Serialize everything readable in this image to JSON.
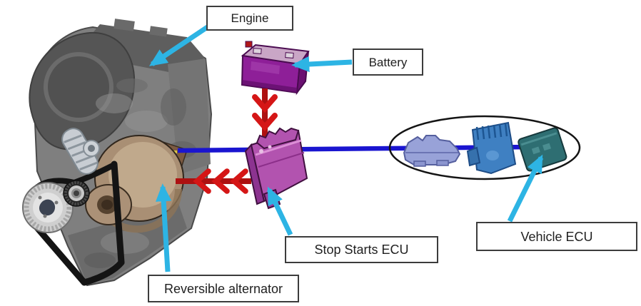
{
  "diagram": {
    "subject": "stop-start-system-overview",
    "labels": {
      "engine": "Engine",
      "battery": "Battery",
      "stop_starts_ecu": "Stop Starts ECU",
      "vehicle_ecu": "Vehicle ECU",
      "reversible_alternator": "Reversible alternator"
    },
    "colors": {
      "callout_arrow": "#2db4e4",
      "data_line_blue": "#1a15d0",
      "power_arrow_line": "#ad1111",
      "power_arrow_chevron": "#d51616",
      "label_border": "#3c3c3c",
      "label_background": "#ffffff",
      "battery_front": "#8e1f98",
      "battery_top": "#c9a6c6",
      "stop_start_ecu_body": "#b253af",
      "vehicle_module_left": "#98a2d8",
      "vehicle_module_center": "#3f80c2",
      "vehicle_module_right": "#2e6e72",
      "engine_gray": "#7f7f7f",
      "alternator_tan": "#b39a7f"
    },
    "connections": [
      {
        "from": "battery",
        "to": "stop_starts_ecu",
        "style": "red-chevron-arrow",
        "direction": "down"
      },
      {
        "from": "stop_starts_ecu",
        "to": "reversible_alternator",
        "style": "red-chevron-arrow",
        "direction": "left"
      },
      {
        "from": "reversible_alternator",
        "to": "vehicle_ecu_modules",
        "style": "blue-line",
        "through": "stop_starts_ecu"
      }
    ]
  }
}
